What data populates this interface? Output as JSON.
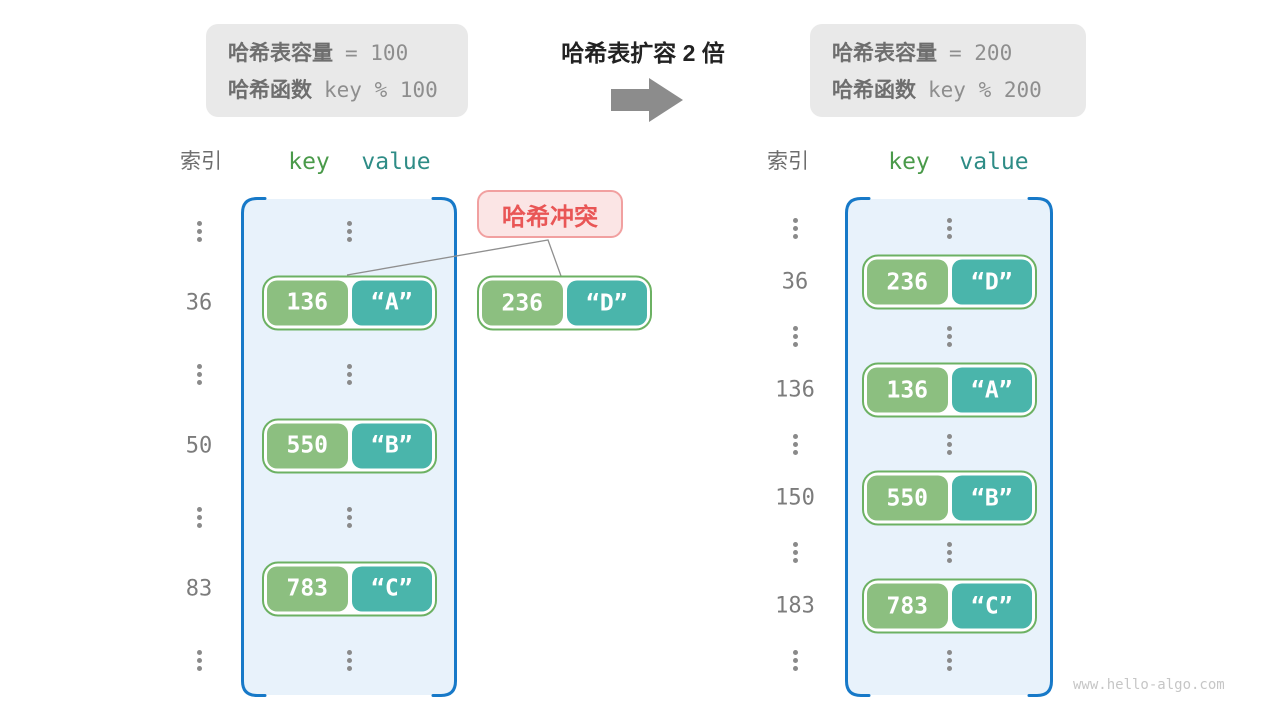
{
  "title": "哈希表扩容 2 倍",
  "info_left": {
    "line1_label": "哈希表容量",
    "line1_value": "= 100",
    "line2_label": "哈希函数",
    "line2_value": "key % 100"
  },
  "info_right": {
    "line1_label": "哈希表容量",
    "line1_value": "= 200",
    "line2_label": "哈希函数",
    "line2_value": "key % 200"
  },
  "columns": {
    "index": "索引",
    "key": "key",
    "value": "value"
  },
  "collision": {
    "label": "哈希冲突"
  },
  "floating_pair": {
    "key": "236",
    "value": "“D”"
  },
  "left_table": {
    "rows": [
      {
        "type": "dots"
      },
      {
        "type": "pair",
        "index": "36",
        "key": "136",
        "value": "“A”"
      },
      {
        "type": "dots"
      },
      {
        "type": "pair",
        "index": "50",
        "key": "550",
        "value": "“B”"
      },
      {
        "type": "dots"
      },
      {
        "type": "pair",
        "index": "83",
        "key": "783",
        "value": "“C”"
      },
      {
        "type": "dots"
      }
    ]
  },
  "right_table": {
    "rows": [
      {
        "type": "dots"
      },
      {
        "type": "pair",
        "index": "36",
        "key": "236",
        "value": "“D”"
      },
      {
        "type": "dots"
      },
      {
        "type": "pair",
        "index": "136",
        "key": "136",
        "value": "“A”"
      },
      {
        "type": "dots"
      },
      {
        "type": "pair",
        "index": "150",
        "key": "550",
        "value": "“B”"
      },
      {
        "type": "dots"
      },
      {
        "type": "pair",
        "index": "183",
        "key": "783",
        "value": "“C”"
      },
      {
        "type": "dots"
      }
    ]
  },
  "watermark": "www.hello-algo.com",
  "colors": {
    "accent_blue": "#1779c8",
    "table_fill": "#e8f2fb",
    "key_green": "#8cbf80",
    "value_teal": "#4ab5ab",
    "pair_border_green": "#6cb163",
    "header_key_green": "#4a9a4a",
    "header_value_teal": "#2e8c86",
    "collision_red": "#e95656",
    "collision_bg": "#fbe5e5",
    "collision_border": "#f1a0a0",
    "gray_text": "#6e6e6e",
    "mono_gray": "#8e8e8e",
    "dots_gray": "#8a8a8a",
    "arrow_gray": "#8c8c8c",
    "info_bg": "#e9e9e9",
    "watermark_gray": "#c6c6c6",
    "line_gray": "#8f8f8f",
    "title_dark": "#222222",
    "index_gray": "#7c7c7c"
  }
}
